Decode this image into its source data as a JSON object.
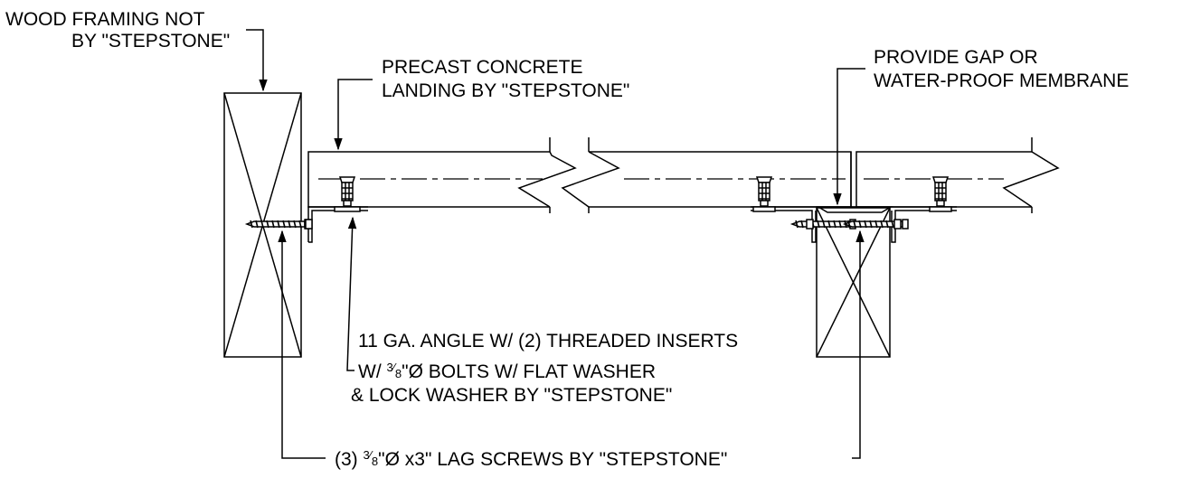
{
  "notes": {
    "wood_framing_line1": "WOOD FRAMING NOT",
    "wood_framing_line2": "BY \"STEPSTONE\"",
    "precast_line1": "PRECAST CONCRETE",
    "precast_line2": "LANDING BY \"STEPSTONE\"",
    "gap_line1": "PROVIDE GAP OR",
    "gap_line2": "WATER-PROOF MEMBRANE",
    "angle_line1": "11 GA. ANGLE W/ (2) THREADED INSERTS",
    "bolts_prefix": "W/ ",
    "bolts_num": "3",
    "bolts_den": "8",
    "bolts_suffix": "\"Ø BOLTS W/ FLAT WASHER",
    "bolts_line2": "& LOCK WASHER BY \"STEPSTONE\"",
    "lag_prefix": "(3) ",
    "lag_num": "3",
    "lag_den": "8",
    "lag_suffix": "\"Ø x3\" LAG SCREWS BY \"STEPSTONE\""
  },
  "colors": {
    "line": "#000000",
    "background": "#ffffff"
  }
}
